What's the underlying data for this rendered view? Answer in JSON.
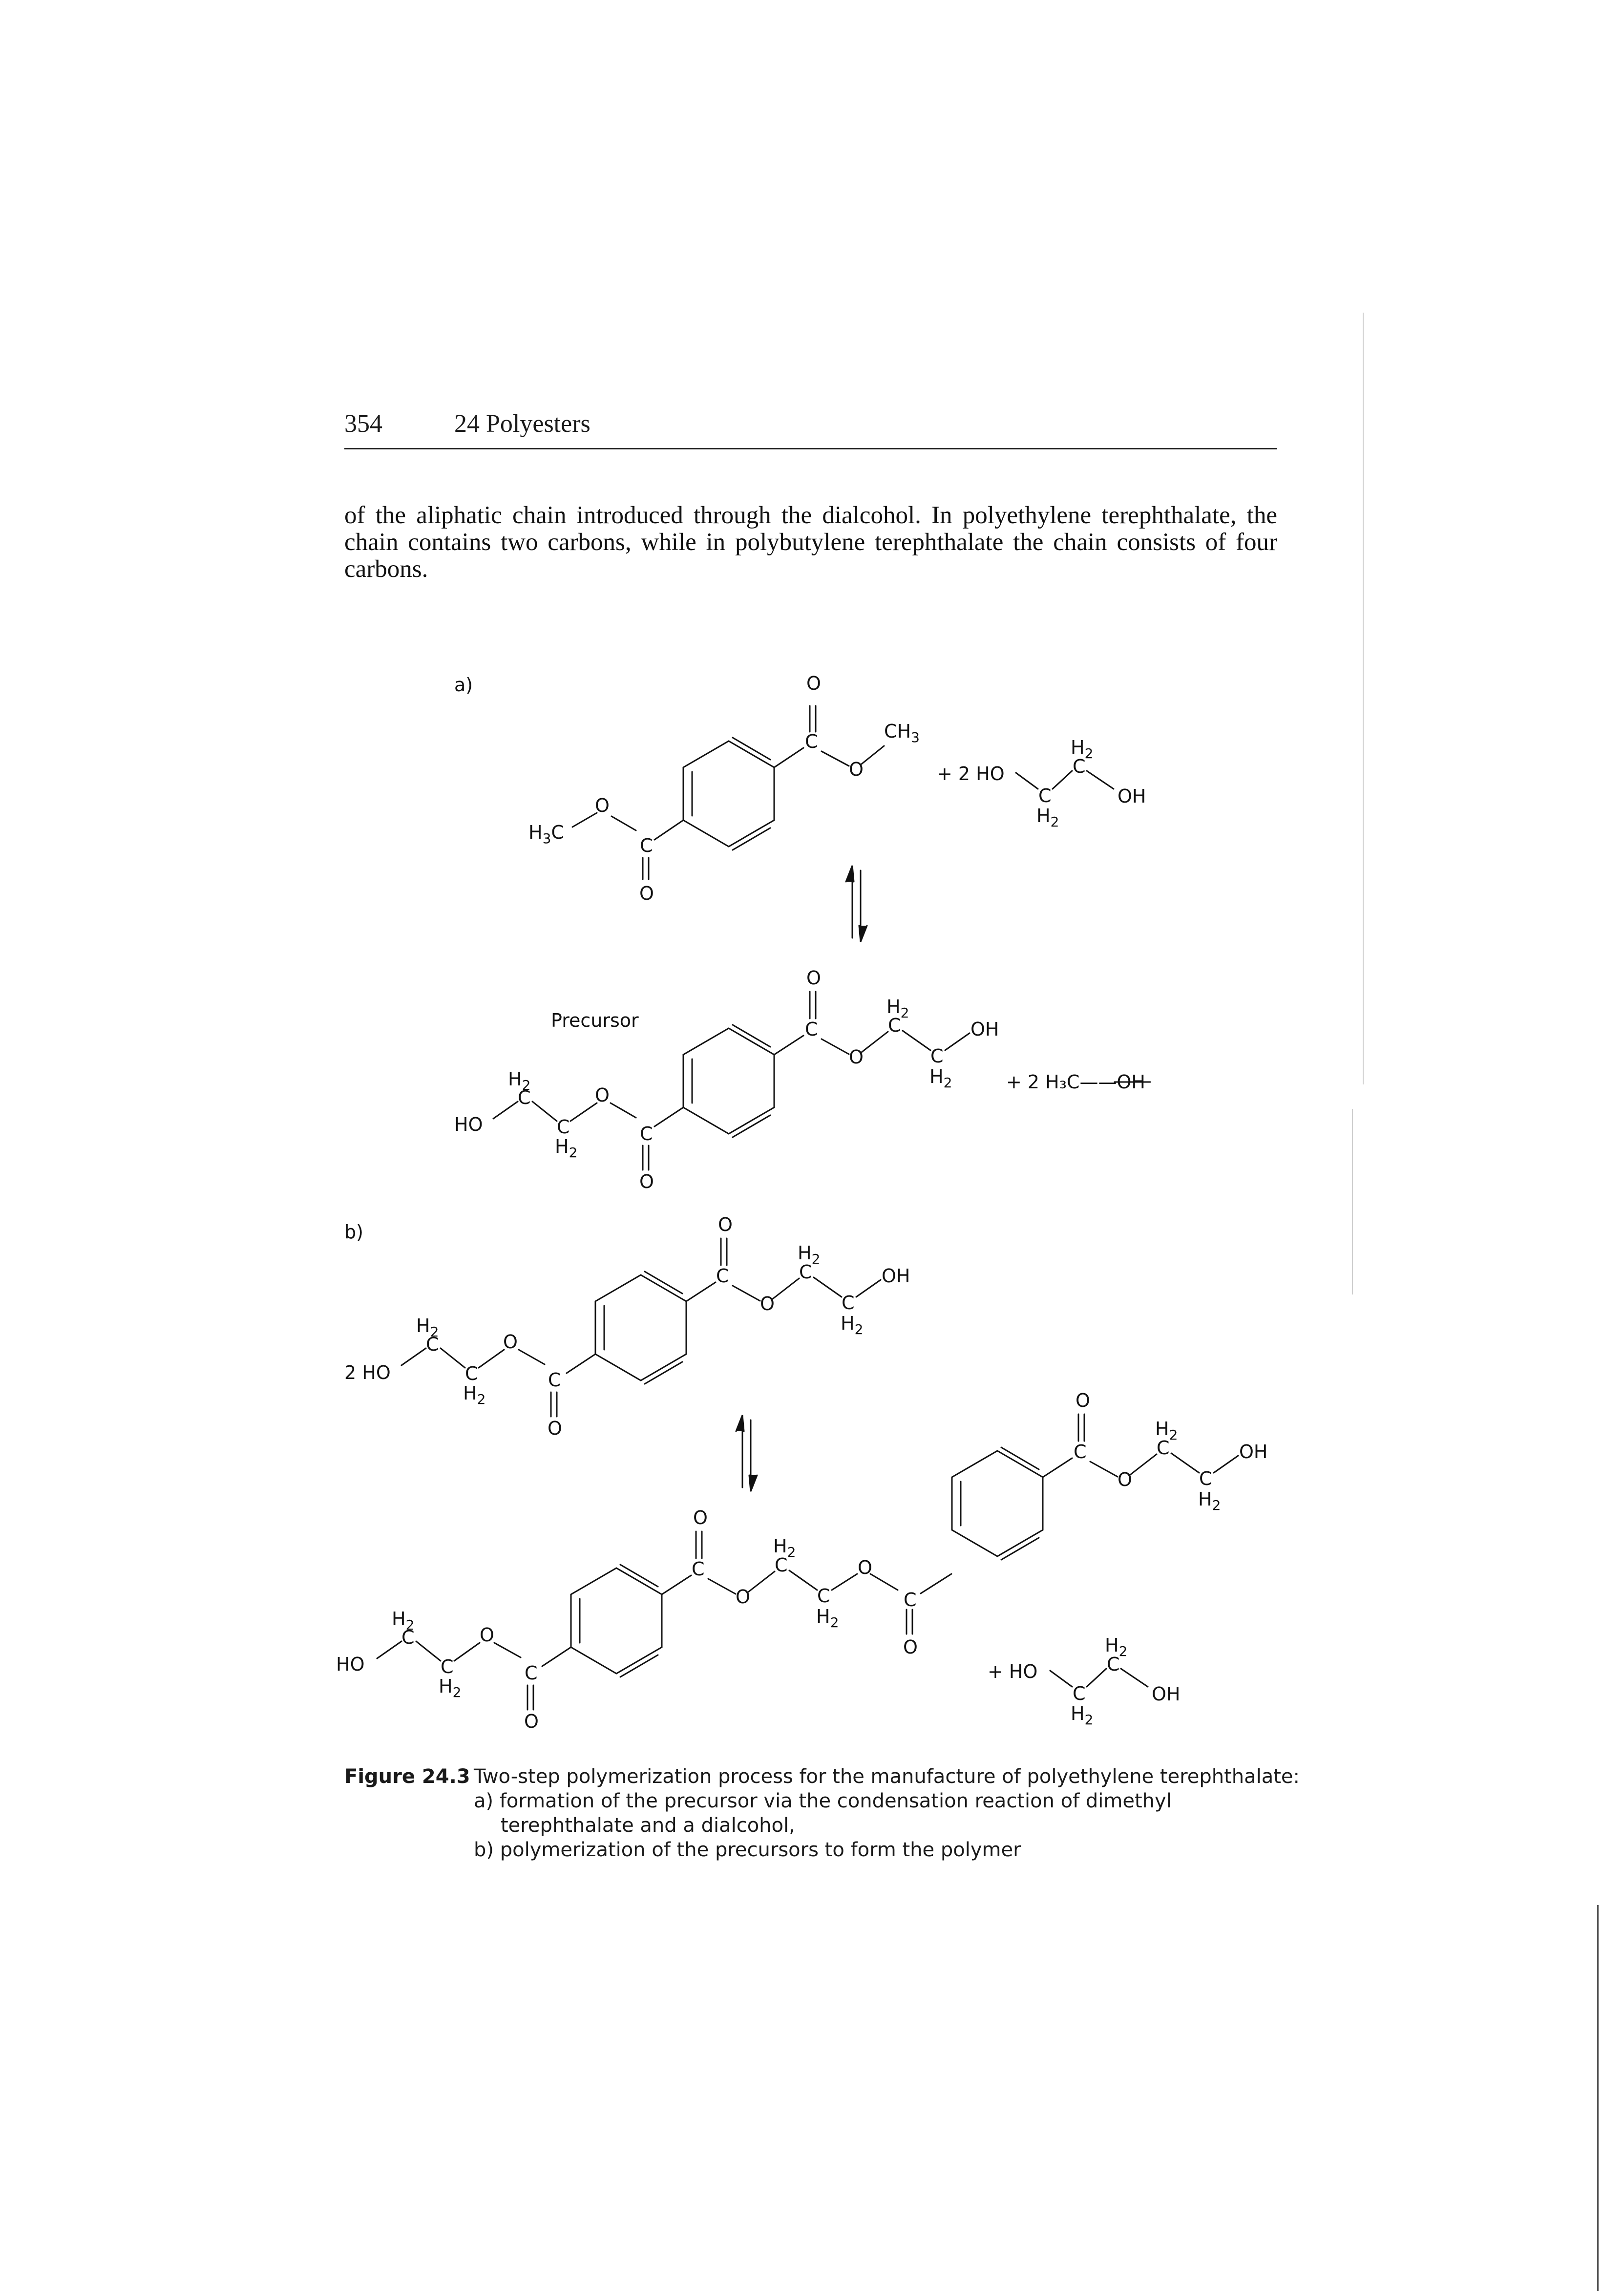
{
  "header": {
    "page_number": "354",
    "chapter": "24 Polyesters"
  },
  "body_lines": [
    "of the aliphatic chain introduced through the dialcohol. In polyethylene terephthalate, the",
    "chain contains two carbons, while in polybutylene terephthalate the chain consists of four",
    "carbons."
  ],
  "scheme": {
    "part_a": "a)",
    "part_b": "b)",
    "precursor": "Precursor",
    "reactant_prefix": "+ 2 HO",
    "byproduct": "+ 2 H₃C——OH",
    "b_coefficient": "2 HO",
    "b_glycol_prefix": "+  HO"
  },
  "caption": {
    "label": "Figure 24.3",
    "title": "Two-step polymerization process for the manufacture of polyethylene terephthalate:",
    "items": [
      "a) formation of the precursor via the condensation reaction of dimethyl terephthalate and a dialcohol,",
      "b) polymerization of the precursors to form the polymer"
    ]
  }
}
